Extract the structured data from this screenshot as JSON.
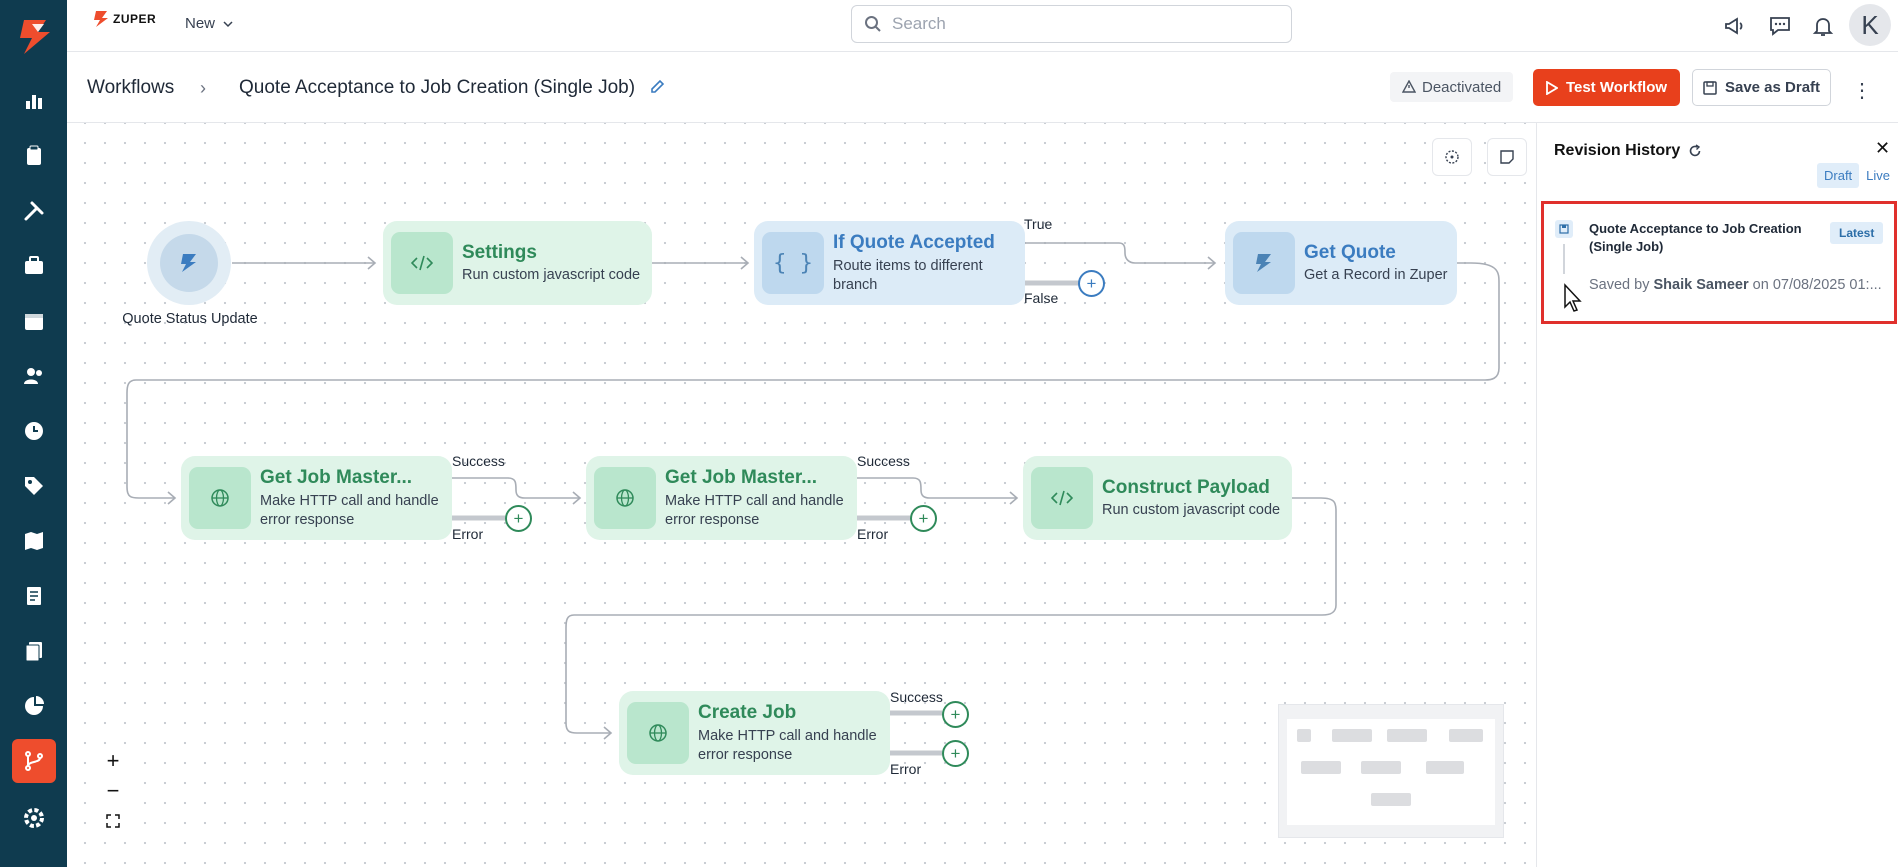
{
  "brand": {
    "name": "ZUPER"
  },
  "topbar": {
    "new_label": "New",
    "search_placeholder": "Search",
    "avatar_initial": "K"
  },
  "header": {
    "breadcrumb_root": "Workflows",
    "workflow_title": "Quote Acceptance to Job Creation (Single Job)",
    "status": "Deactivated",
    "test_button": "Test Workflow",
    "save_button": "Save as Draft"
  },
  "canvas": {
    "trigger": {
      "label": "Quote Status Update"
    },
    "nodes": [
      {
        "id": "settings",
        "title": "Settings",
        "desc": "Run custom javascript code",
        "type": "code"
      },
      {
        "id": "if_quote",
        "title": "If Quote Accepted",
        "desc": "Route items to different branch",
        "type": "branch"
      },
      {
        "id": "get_quote",
        "title": "Get Quote",
        "desc": "Get a Record in Zuper",
        "type": "zuper"
      },
      {
        "id": "get_job_1",
        "title": "Get Job Master...",
        "desc": "Make HTTP call and handle error response",
        "type": "http"
      },
      {
        "id": "get_job_2",
        "title": "Get Job Master...",
        "desc": "Make HTTP call and handle error response",
        "type": "http"
      },
      {
        "id": "construct",
        "title": "Construct Payload",
        "desc": "Run custom javascript code",
        "type": "code"
      },
      {
        "id": "create_job",
        "title": "Create Job",
        "desc": "Make HTTP call and handle error response",
        "type": "http"
      }
    ],
    "branch_labels": {
      "true": "True",
      "false": "False",
      "success": "Success",
      "error": "Error"
    }
  },
  "panel": {
    "title": "Revision History",
    "tabs": [
      "Draft",
      "Live"
    ],
    "revisions": [
      {
        "title": "Quote Acceptance to Job Creation (Single Job)",
        "badge": "Latest",
        "saved_prefix": "Saved by",
        "author": "Shaik Sameer",
        "date_text": "on 07/08/2025 01:..."
      }
    ]
  },
  "colors": {
    "sidebar": "#0f3b4f",
    "accent": "#e8401c",
    "node_green": "#dff4e8",
    "node_blue": "#dcebf7",
    "highlight": "#e0302c"
  }
}
